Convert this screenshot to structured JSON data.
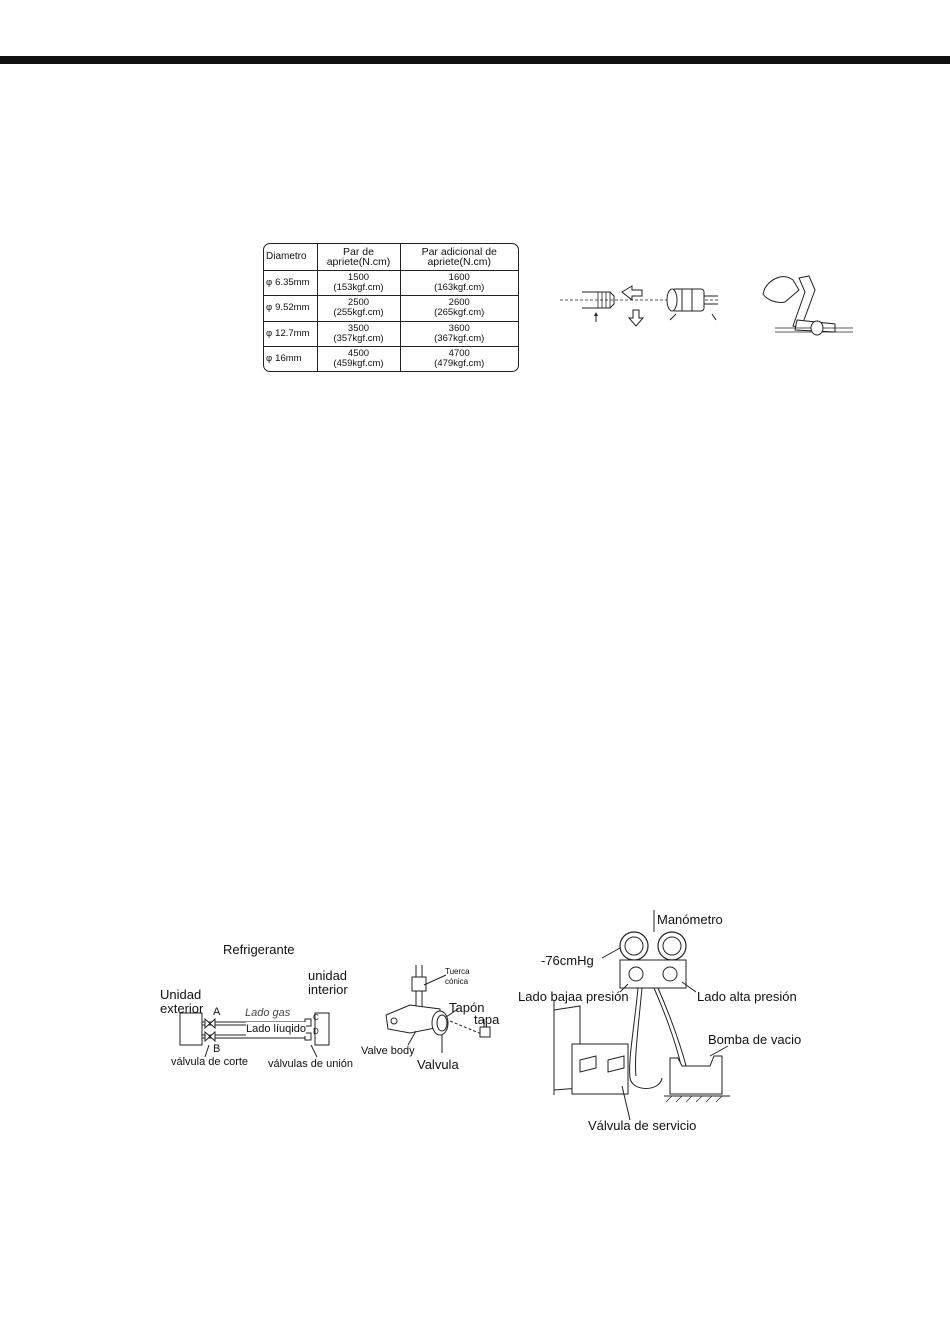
{
  "torque_table": {
    "headers": [
      "Diametro",
      "Par de apriete(N.cm)",
      "Par adicional de apriete(N.cm)"
    ],
    "rows": [
      {
        "diameter": "6.35mm",
        "torque": "1500",
        "torque_kgf": "(153kgf.cm)",
        "additional": "1600",
        "additional_kgf": "(163kgf.cm)"
      },
      {
        "diameter": "9.52mm",
        "torque": "2500",
        "torque_kgf": "(255kgf.cm)",
        "additional": "2600",
        "additional_kgf": "(265kgf.cm)"
      },
      {
        "diameter": "12.7mm",
        "torque": "3500",
        "torque_kgf": "(357kgf.cm)",
        "additional": "3600",
        "additional_kgf": "(367kgf.cm)"
      },
      {
        "diameter": "16mm",
        "torque": "4500",
        "torque_kgf": "(459kgf.cm)",
        "additional": "4700",
        "additional_kgf": "(479kgf.cm)"
      }
    ],
    "diameter_symbol": "φ"
  },
  "piping_diagram": {
    "refrigerante": "Refrigerante",
    "unidad": "Unidad",
    "exterior": "exterior",
    "unidad_l": "unidad",
    "interior": "interior",
    "point_a": "A",
    "point_b": "B",
    "point_c": "C",
    "point_d": "D",
    "lado_gas": "Lado gas",
    "lado_liquido": "Lado líuqido",
    "valvula_corte": "válvula de corte",
    "valvulas_union": "válvulas de unión"
  },
  "valve_diagram": {
    "tuerca": "Tuerca",
    "conica": "cónica",
    "tapon": "Tapón",
    "tapa": "tapa",
    "valve_body": "Valve body",
    "valvula": "Valvula"
  },
  "vacuum_diagram": {
    "manometro": "Manómetro",
    "pressure": "-76cmHg",
    "lado_baja": "Lado bajaa presión",
    "lado_alta": "Lado alta presión",
    "bomba": "Bomba de vacio",
    "valvula_servicio": "Válvula de servicio"
  }
}
